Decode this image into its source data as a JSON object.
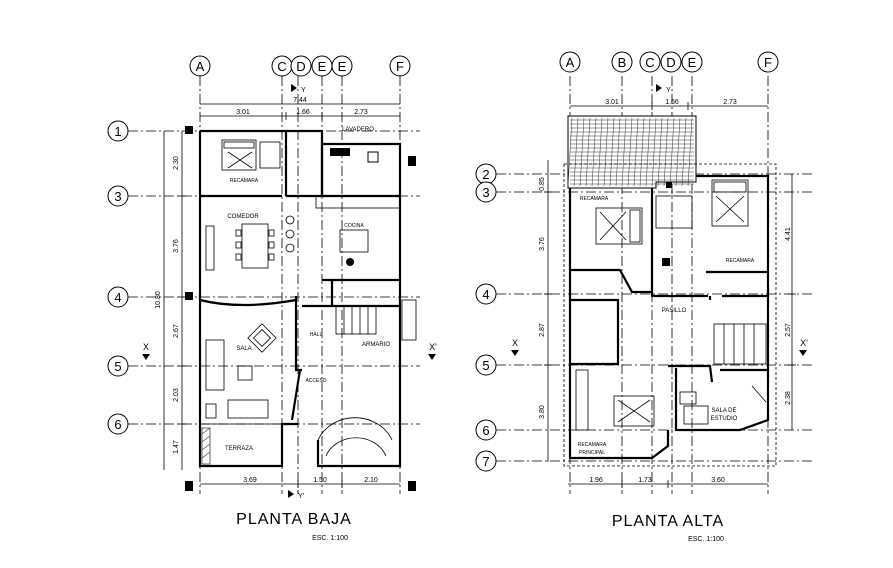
{
  "floors": [
    {
      "title": "PLANTA BAJA",
      "scale": "ESC. 1:100",
      "axes_top": [
        "A",
        "C",
        "D",
        "E",
        "E",
        "F"
      ],
      "axes_left": [
        "1",
        "3",
        "4",
        "5",
        "6"
      ],
      "dims_top": [
        "7.44",
        "3.01",
        "1.66",
        "2.73"
      ],
      "dims_left": [
        "2.30",
        "3.76",
        "2.67",
        "2.03",
        "1.47"
      ],
      "dim_total_left": "10.80",
      "dims_bottom": [
        "3.69",
        "1.50",
        "2.10"
      ],
      "rooms": [
        "LAVADERO",
        "RECAMARA",
        "COMEDOR",
        "COCINA",
        "SALA",
        "HALL",
        "ARMARIO",
        "ACCESO",
        "TERRAZA"
      ],
      "section_marks": [
        "X",
        "X'"
      ],
      "north_marks": [
        "Y",
        "Y'"
      ]
    },
    {
      "title": "PLANTA ALTA",
      "scale": "ESC. 1:100",
      "axes_top": [
        "A",
        "B",
        "C",
        "D",
        "E",
        "F"
      ],
      "axes_left": [
        "2",
        "3",
        "4",
        "5",
        "6",
        "7"
      ],
      "dims_top": [
        "3.01",
        "1.66",
        "2.73"
      ],
      "dims_left": [
        "0.85",
        "3.76",
        "2.87",
        "3.80"
      ],
      "dims_right": [
        "4.41",
        "2.57",
        "2.38"
      ],
      "dims_bottom": [
        "1.96",
        "1.73",
        "3.60"
      ],
      "rooms": [
        "RECAMARA",
        "RECAMARA",
        "PASILLO",
        "SALA DE",
        "ESTUDIO",
        "RECAMARA",
        "PRINCIPAL"
      ],
      "section_marks": [
        "X",
        "X'"
      ],
      "north_marks": [
        "Y"
      ]
    }
  ]
}
